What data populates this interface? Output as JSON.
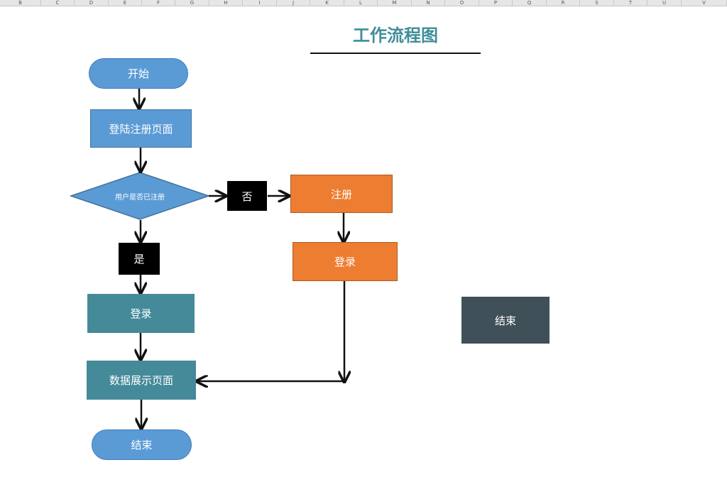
{
  "column_headers": [
    "B",
    "C",
    "D",
    "E",
    "F",
    "G",
    "H",
    "I",
    "J",
    "K",
    "L",
    "M",
    "N",
    "O",
    "P",
    "Q",
    "R",
    "S",
    "T",
    "U",
    "V"
  ],
  "title": "工作流程图",
  "nodes": {
    "start": "开始",
    "login_register_page": "登陆注册页面",
    "decision": "用户是否已注册",
    "no": "否",
    "yes": "是",
    "register": "注册",
    "login_right": "登录",
    "login_left": "登录",
    "data_page": "数据展示页面",
    "end": "结束",
    "end_side": "结束"
  },
  "colors": {
    "title": "#3f8e99",
    "blue": "#5b9bd5",
    "orange": "#ed7d31",
    "teal": "#448a99",
    "dark": "#3f5058"
  }
}
